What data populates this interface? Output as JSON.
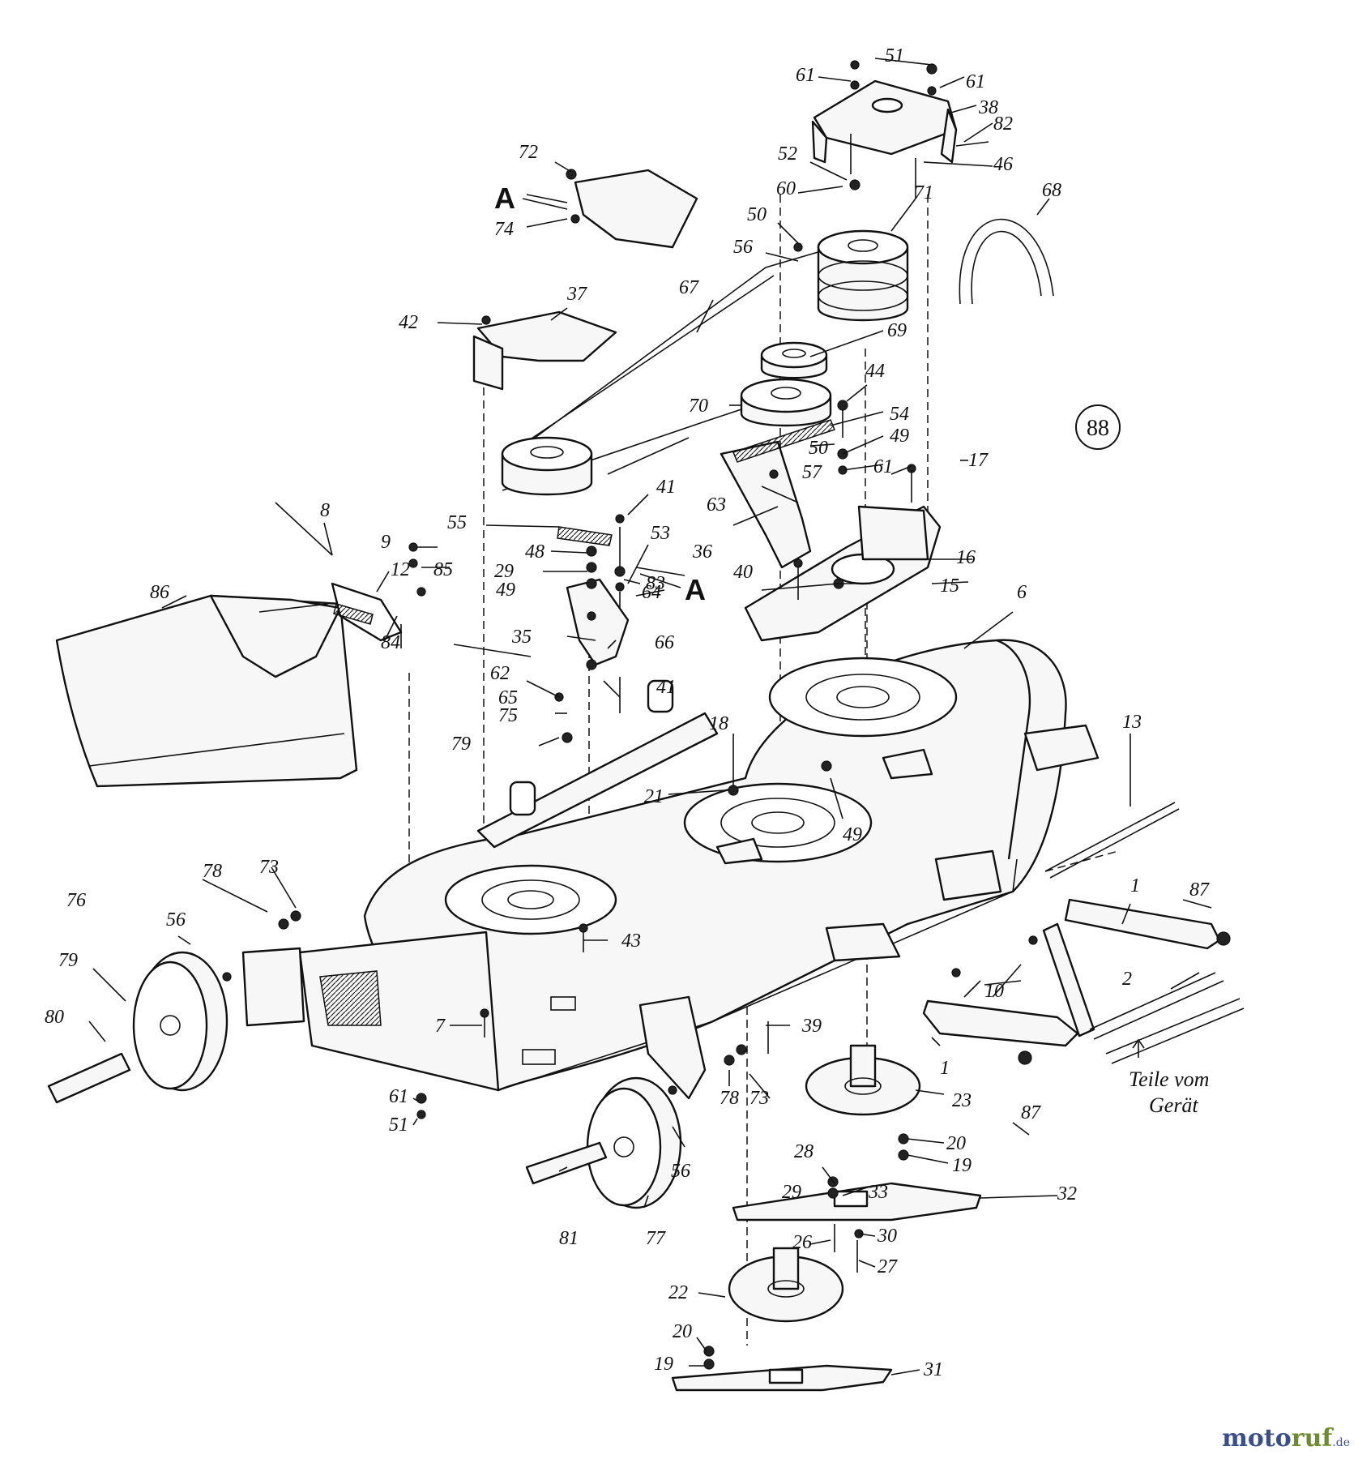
{
  "diagram": {
    "section_badge": "88",
    "view_marker": "A",
    "note_line1": "Teile vom",
    "note_line2": "Gerät",
    "callouts": [
      "51",
      "61",
      "61",
      "38",
      "82",
      "46",
      "72",
      "52",
      "60",
      "71",
      "68",
      "50",
      "56",
      "74",
      "67",
      "37",
      "42",
      "69",
      "70",
      "44",
      "54",
      "49",
      "50",
      "57",
      "61",
      "17",
      "63",
      "41",
      "55",
      "36",
      "53",
      "8",
      "16",
      "48",
      "29",
      "40",
      "15",
      "64",
      "49",
      "83",
      "9",
      "12",
      "86",
      "85",
      "35",
      "66",
      "84",
      "6",
      "62",
      "65",
      "41",
      "18",
      "75",
      "79",
      "13",
      "21",
      "49",
      "1",
      "87",
      "78",
      "73",
      "76",
      "56",
      "43",
      "10",
      "2",
      "79",
      "80",
      "7",
      "39",
      "1",
      "23",
      "87",
      "61",
      "51",
      "78",
      "73",
      "20",
      "56",
      "19",
      "28",
      "29",
      "33",
      "32",
      "81",
      "77",
      "26",
      "30",
      "27",
      "22",
      "20",
      "19",
      "31"
    ]
  },
  "watermark": {
    "brand_main": "moto",
    "brand_accent": "ruf",
    "tld": ".de"
  }
}
